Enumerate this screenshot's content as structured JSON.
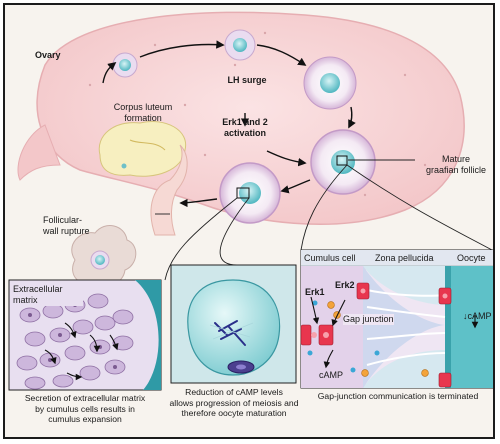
{
  "labels": {
    "ovary": "Ovary",
    "lh_surge": "LH surge",
    "erk_activation": "Erk1 and 2\nactivation",
    "corpus_luteum": "Corpus luteum\nformation",
    "mature_follicle": "Mature\ngraafian follicle",
    "follicular_rupture": "Follicular-\nwall rupture",
    "extracellular_matrix": "Extracellular\nmatrix",
    "cumulus_cell": "Cumulus cell",
    "zona_pellucida": "Zona pellucida",
    "oocyte": "Oocyte",
    "erk1": "Erk1",
    "erk2": "Erk2",
    "gap_junction": "Gap junction",
    "camp_left": "cAMP",
    "camp_right": "↓cAMP"
  },
  "captions": {
    "left": "Secretion of extracellular matrix\nby cumulus cells results in\ncumulus expansion",
    "middle": "Reduction of cAMP levels\nallows progression of meiosis and\ntherefore oocyte maturation",
    "right": "Gap-junction communication is terminated"
  }
}
